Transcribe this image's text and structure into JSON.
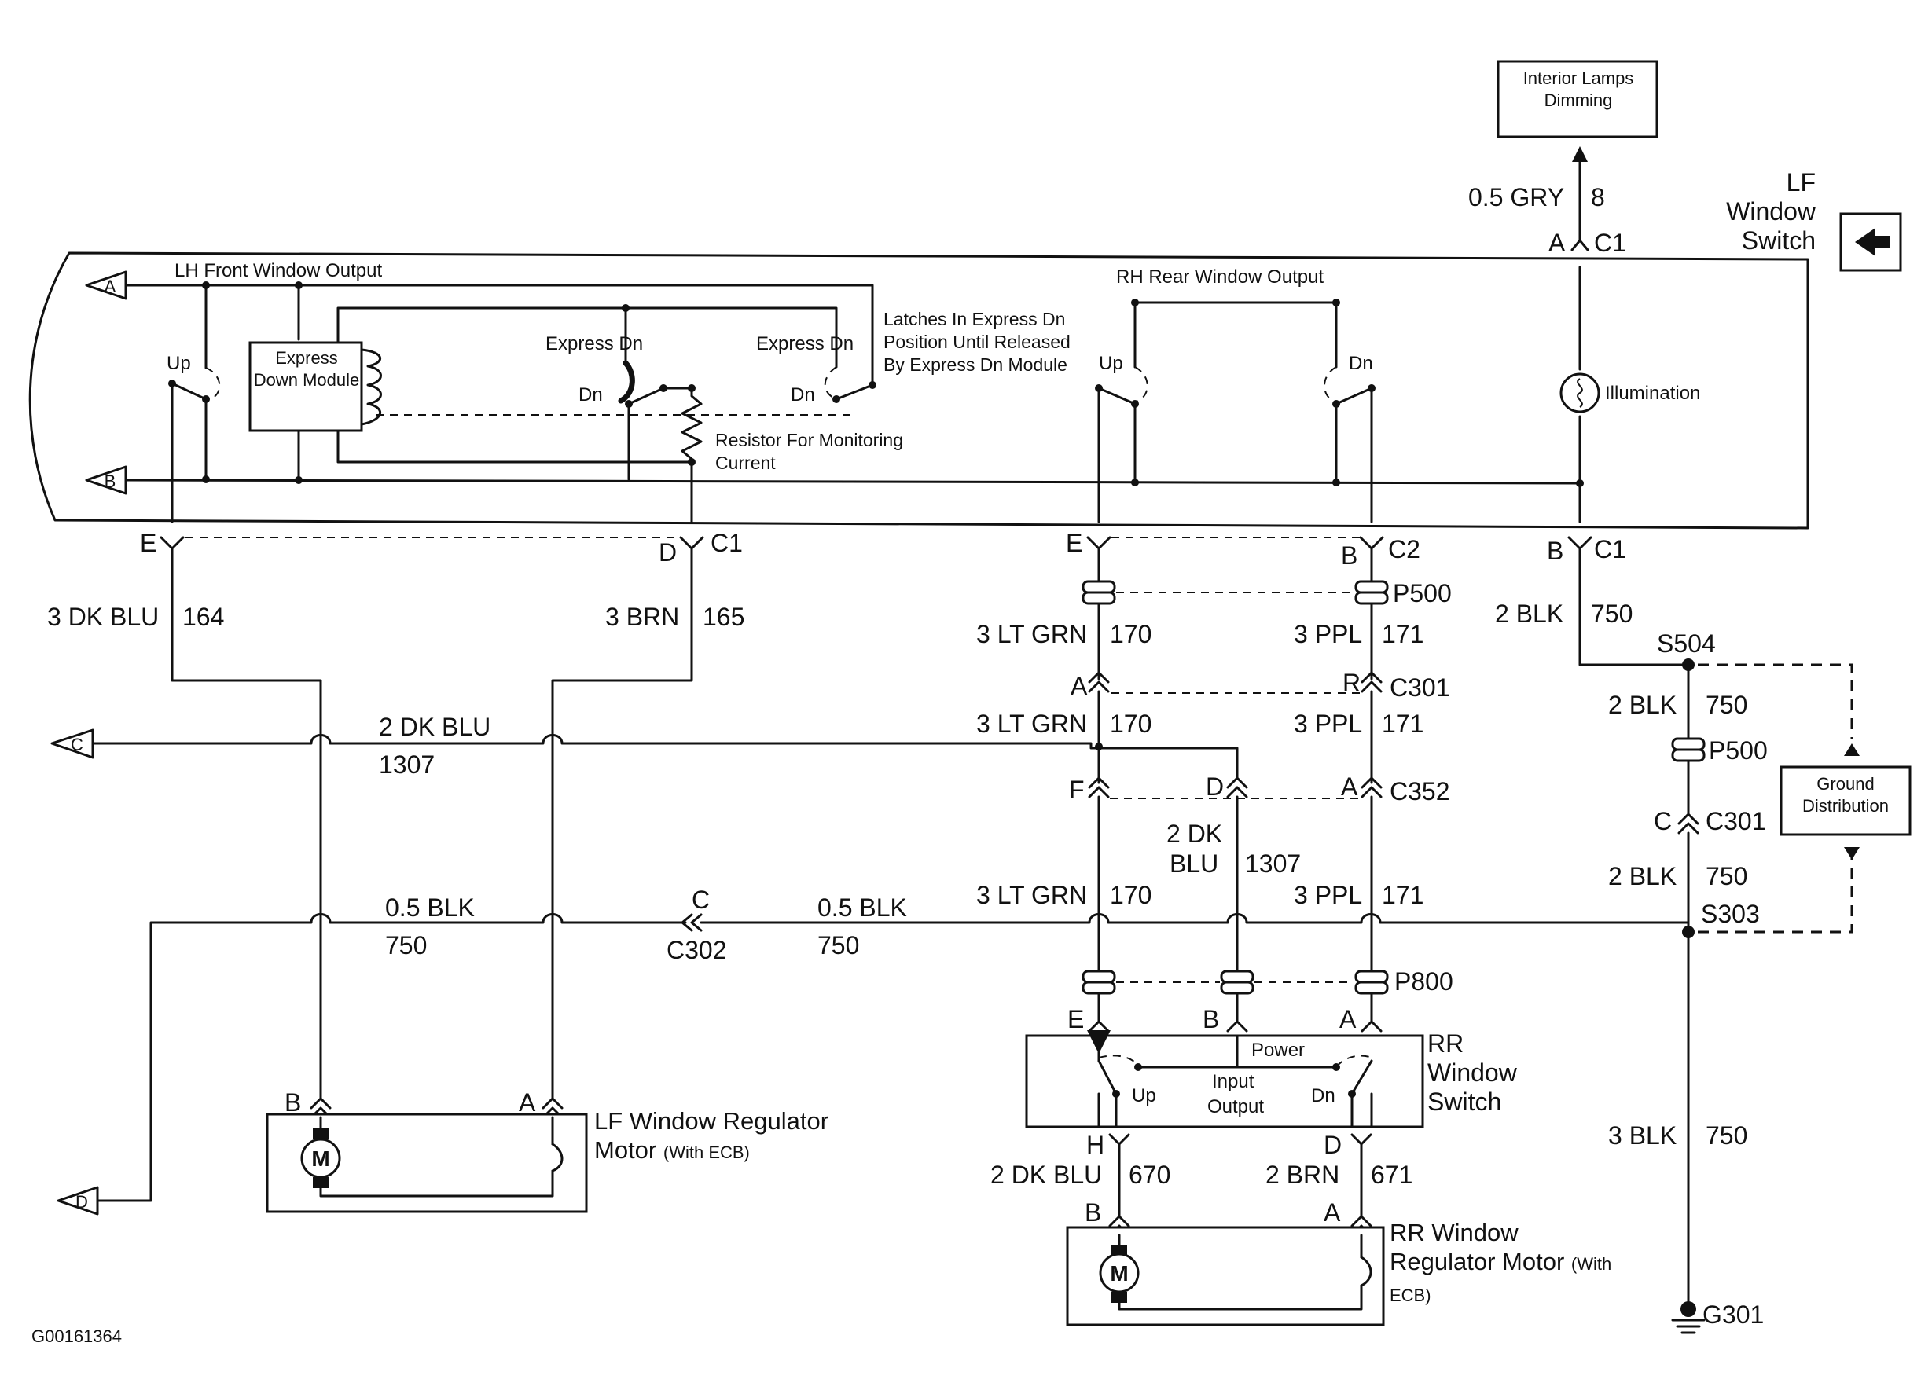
{
  "figure_id": "G00161364",
  "components": {
    "interior_lamps": "Interior Lamps Dimming",
    "lf_switch": "LF Window Switch",
    "express_module": "Express Down Module",
    "express_dn_1": "Express Dn",
    "express_dn_2": "Express Dn",
    "latch_note": "Latches In Express Dn Position Until Released By Express Dn Module",
    "resistor": "Resistor For Monitoring Current",
    "illumination": "Illumination",
    "lh_output": "LH Front Window Output",
    "rh_output": "RH Rear Window Output",
    "ground_dist": "Ground Distribution",
    "rr_switch": "RR Window Switch",
    "lf_motor_name": "LF Window Regulator Motor",
    "rr_motor_name": "RR Window Regulator Motor",
    "with_ecb": "(With ECB)",
    "motor_symbol": "M",
    "power": "Power",
    "input": "Input",
    "output": "Output",
    "up": "Up",
    "dn": "Dn"
  },
  "offpage_refs": [
    "A",
    "B",
    "C",
    "D"
  ],
  "connectors": {
    "c1": "C1",
    "c2": "C2",
    "c301": "C301",
    "c302": "C302",
    "c352": "C352",
    "p500": "P500",
    "p800": "P800",
    "s504": "S504",
    "s303": "S303",
    "g301": "G301"
  },
  "pins": {
    "a": "A",
    "b": "B",
    "c": "C",
    "d": "D",
    "e": "E",
    "f": "F",
    "h": "H",
    "r": "R"
  },
  "wires": {
    "gry": {
      "gauge_color": "0.5 GRY",
      "circuit": "8"
    },
    "dkblu164": {
      "gauge_color": "3 DK BLU",
      "circuit": "164"
    },
    "brn165": {
      "gauge_color": "3 BRN",
      "circuit": "165"
    },
    "ltgrn170": {
      "gauge_color": "3 LT GRN",
      "circuit": "170"
    },
    "ppl171": {
      "gauge_color": "3 PPL",
      "circuit": "171"
    },
    "blk750_2": {
      "gauge_color": "2 BLK",
      "circuit": "750"
    },
    "blk750_3": {
      "gauge_color": "3 BLK",
      "circuit": "750"
    },
    "blk750_05": {
      "gauge_color": "0.5 BLK",
      "circuit": "750"
    },
    "dkblu1307": {
      "gauge_color": "2 DK BLU",
      "circuit": "1307"
    },
    "dkblu1307_split": {
      "line1": "2 DK",
      "line2": "BLU",
      "circuit": "1307"
    },
    "dkblu670": {
      "gauge_color": "2 DK BLU",
      "circuit": "670"
    },
    "brn671": {
      "gauge_color": "2 BRN",
      "circuit": "671"
    }
  }
}
